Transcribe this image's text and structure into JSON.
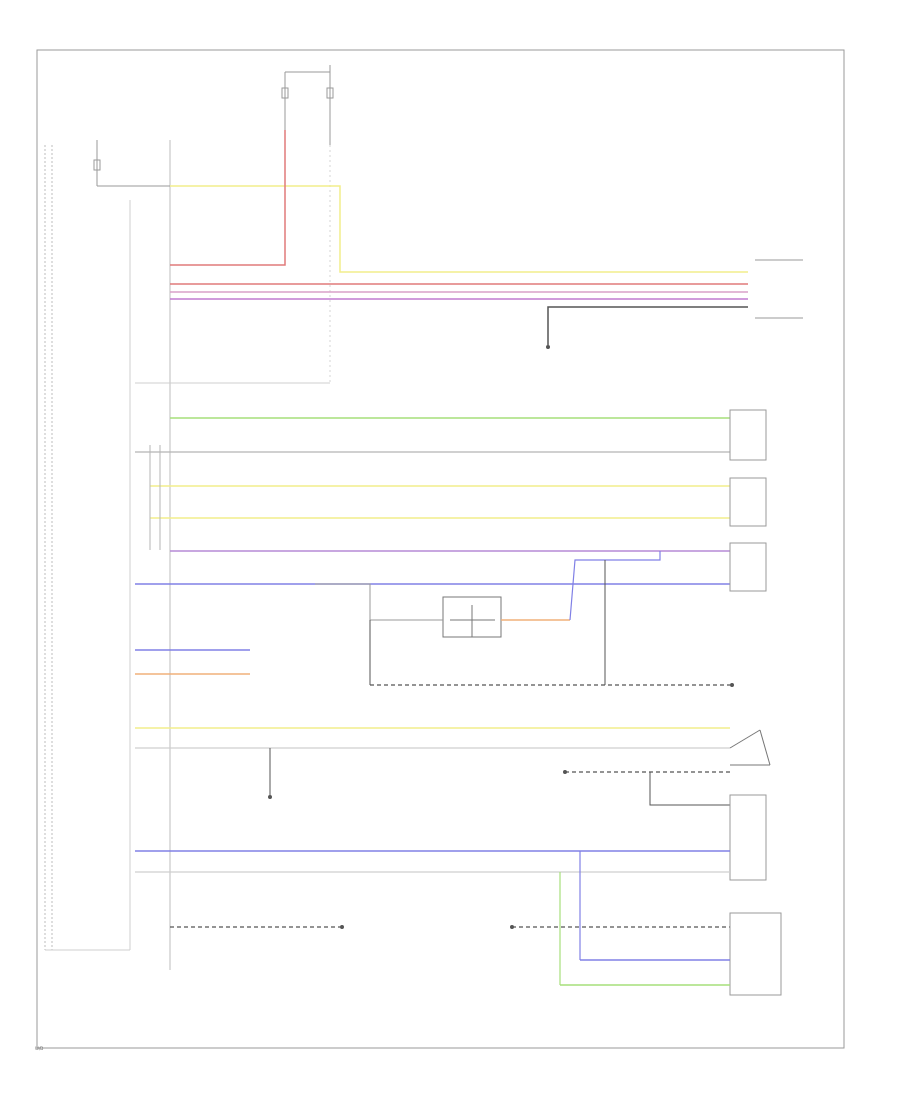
{
  "colors": {
    "frame": "#9a9a9a",
    "wire_yellow": "#f2ee8c",
    "wire_red": "#e07a7a",
    "wire_pink": "#d9a0c8",
    "wire_purple": "#b68ad6",
    "wire_green": "#a6df7a",
    "wire_blue": "#8080e6",
    "wire_gray": "#9a9a9a",
    "wire_orange": "#f0b07a",
    "wire_black": "#555555"
  },
  "icons": [
    "ground-symbol",
    "fuse-symbol",
    "switch-symbol",
    "relay-symbol"
  ],
  "footer": "W/D"
}
